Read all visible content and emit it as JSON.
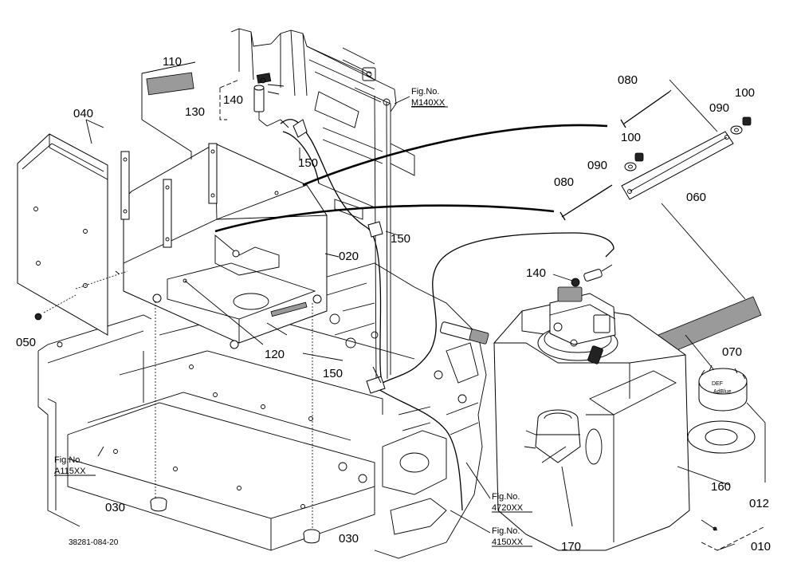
{
  "parts": {
    "p010": "010",
    "p012": "012",
    "p020": "020",
    "p030_left": "030",
    "p030_right": "030",
    "p040": "040",
    "p050": "050",
    "p060": "060",
    "p070": "070",
    "p080_top": "080",
    "p080_mid": "080",
    "p090_top": "090",
    "p090_mid": "090",
    "p100_top": "100",
    "p100_mid": "100",
    "p110": "110",
    "p120": "120",
    "p130": "130",
    "p140_top": "140",
    "p140_tank": "140",
    "p150_a": "150",
    "p150_b": "150",
    "p150_c": "150",
    "p160": "160",
    "p170": "170"
  },
  "fig_refs": {
    "m140": {
      "label": "Fig.No.",
      "number": "M140XX"
    },
    "a115": {
      "label": "Fig.No.",
      "number": "A115XX"
    },
    "f4720": {
      "label": "Fig.No.",
      "number": "4720XX"
    },
    "f4150": {
      "label": "Fig.No.",
      "number": "4150XX"
    }
  },
  "cap_text": {
    "line1": "DEF",
    "line2": "AdBlue"
  },
  "drawing_code": "38281-084-20"
}
